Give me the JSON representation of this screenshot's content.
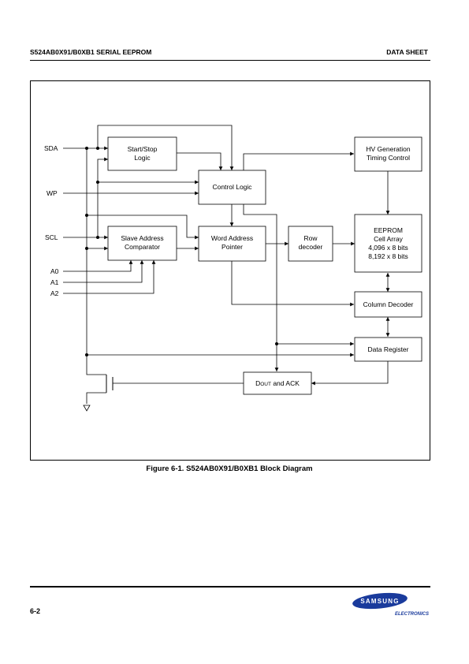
{
  "header": {
    "title": "S524AB0X91/B0XB1 SERIAL EEPROM",
    "section": "DATA SHEET"
  },
  "diagram": {
    "pins": {
      "sda": "SDA",
      "wp": "WP",
      "scl": "SCL",
      "a0": "A0",
      "a1": "A1",
      "a2": "A2"
    },
    "blocks": {
      "start_stop": [
        "Start/Stop",
        "Logic"
      ],
      "control_logic": "Control Logic",
      "slave_address": [
        "Slave Address",
        "Comparator"
      ],
      "word_address": [
        "Word Address",
        "Pointer"
      ],
      "row_decoder": [
        "Row",
        "decoder"
      ],
      "hv_generation": [
        "HV Generation",
        "Timing Control"
      ],
      "eeprom": [
        "EEPROM",
        "Cell Array",
        "4,096 x 8 bits",
        "8,192 x 8 bits"
      ],
      "column_decoder": "Column Decoder",
      "data_register": "Data Register",
      "dout_ack": {
        "prefix": "D",
        "small": "OUT",
        "suffix": " and ACK"
      }
    }
  },
  "caption": "Figure 6-1. S524AB0X91/B0XB1 Block Diagram",
  "footer": {
    "page_number": "6-2",
    "logo_text": "SAMSUNG",
    "logo_subtext": "ELECTRONICS"
  }
}
